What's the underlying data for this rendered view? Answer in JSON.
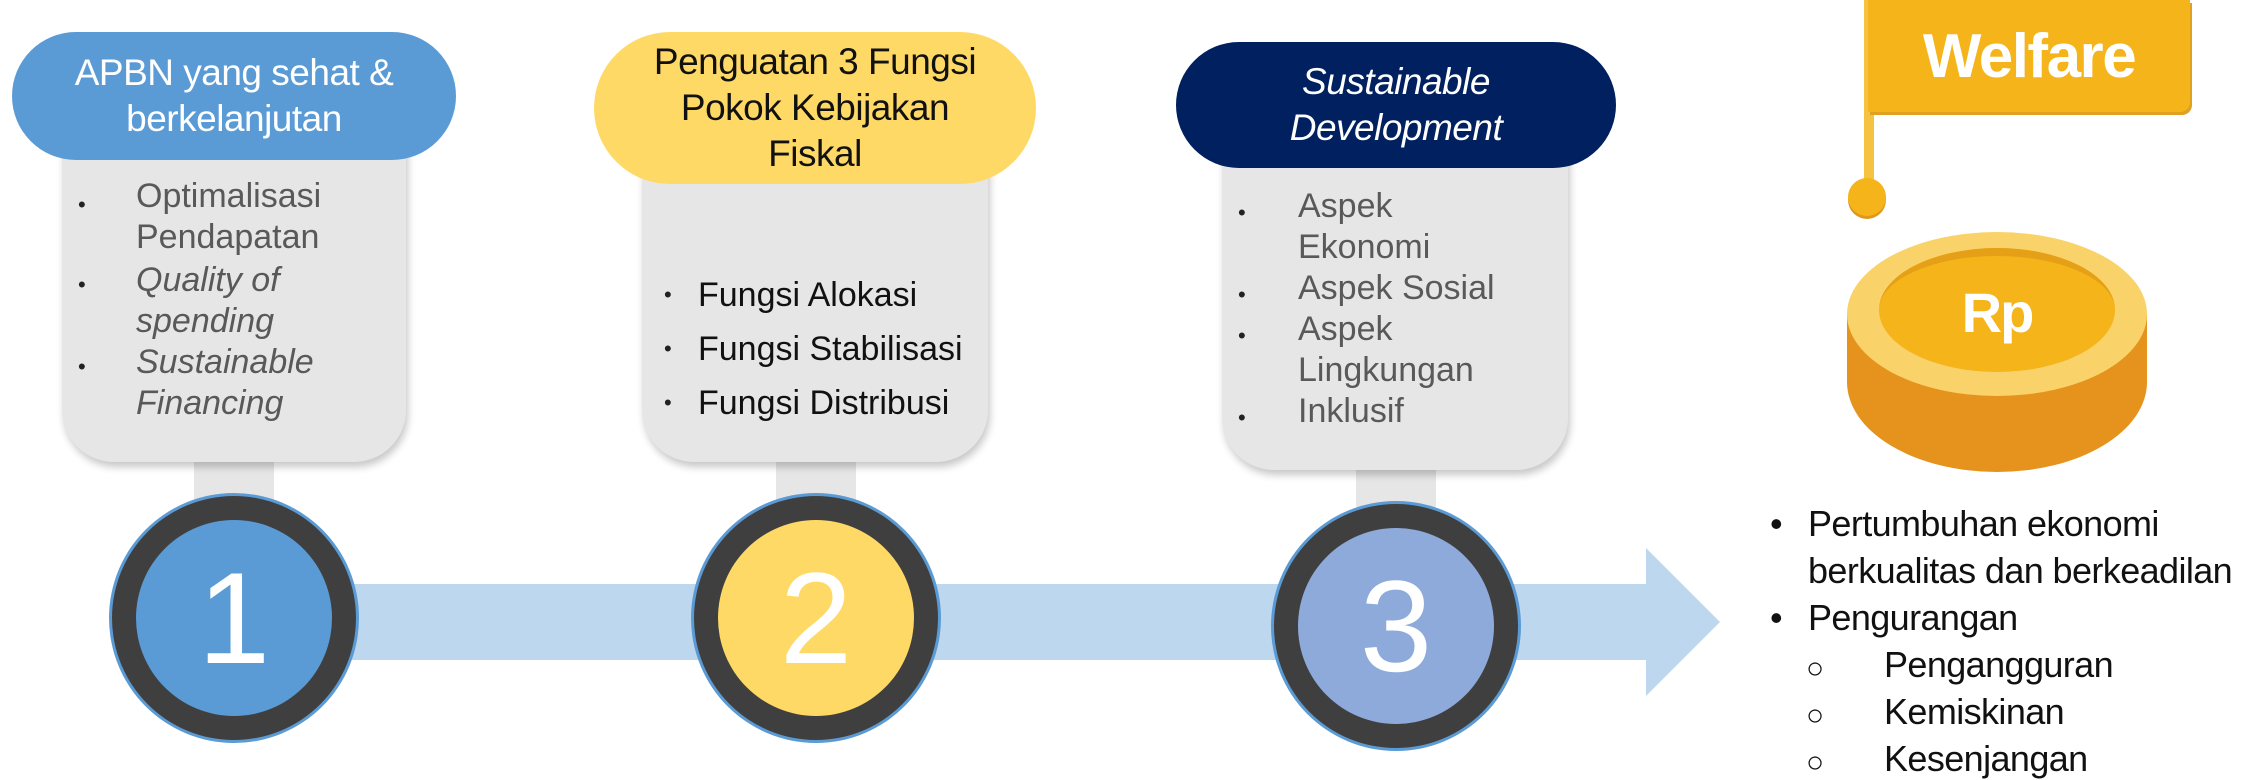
{
  "steps": [
    {
      "number": "1",
      "title_line1": "APBN yang sehat &",
      "title_line2": "berkelanjutan",
      "items": [
        {
          "line1": "Optimalisasi",
          "line2": "Pendapatan"
        },
        {
          "line1": "Quality of",
          "line2": "spending"
        },
        {
          "line1": "Sustainable",
          "line2": "Financing"
        }
      ]
    },
    {
      "number": "2",
      "title_line1": "Penguatan 3 Fungsi",
      "title_line2": "Pokok Kebijakan",
      "title_line3": "Fiskal",
      "items": [
        "Fungsi Alokasi",
        "Fungsi Stabilisasi",
        "Fungsi Distribusi"
      ]
    },
    {
      "number": "3",
      "title_line1": "Sustainable",
      "title_line2": "Development",
      "items": [
        {
          "line1": "Aspek",
          "line2": "Ekonomi"
        },
        {
          "line1": "Aspek Sosial"
        },
        {
          "line1": "Aspek",
          "line2": "Lingkungan"
        },
        {
          "line1": "Inklusif"
        }
      ]
    }
  ],
  "goal": {
    "flag_label": "Welfare",
    "coin_label": "Rp",
    "bullets": [
      {
        "line1": "Pertumbuhan ekonomi",
        "line2": "berkualitas dan berkeadilan"
      },
      {
        "line1": "Pengurangan"
      }
    ],
    "sub_bullets": [
      "Pengangguran",
      "Kemiskinan",
      "Kesenjangan"
    ],
    "bullet_char": "•",
    "sub_bullet_char": "○"
  },
  "colors": {
    "step1": "#5b9bd5",
    "step2": "#ffd966",
    "step3": "#8eaadb",
    "step3_header": "#002060",
    "arrow": "#bdd7ee",
    "card": "#e7e6e6",
    "gold": "#f4b41a"
  }
}
